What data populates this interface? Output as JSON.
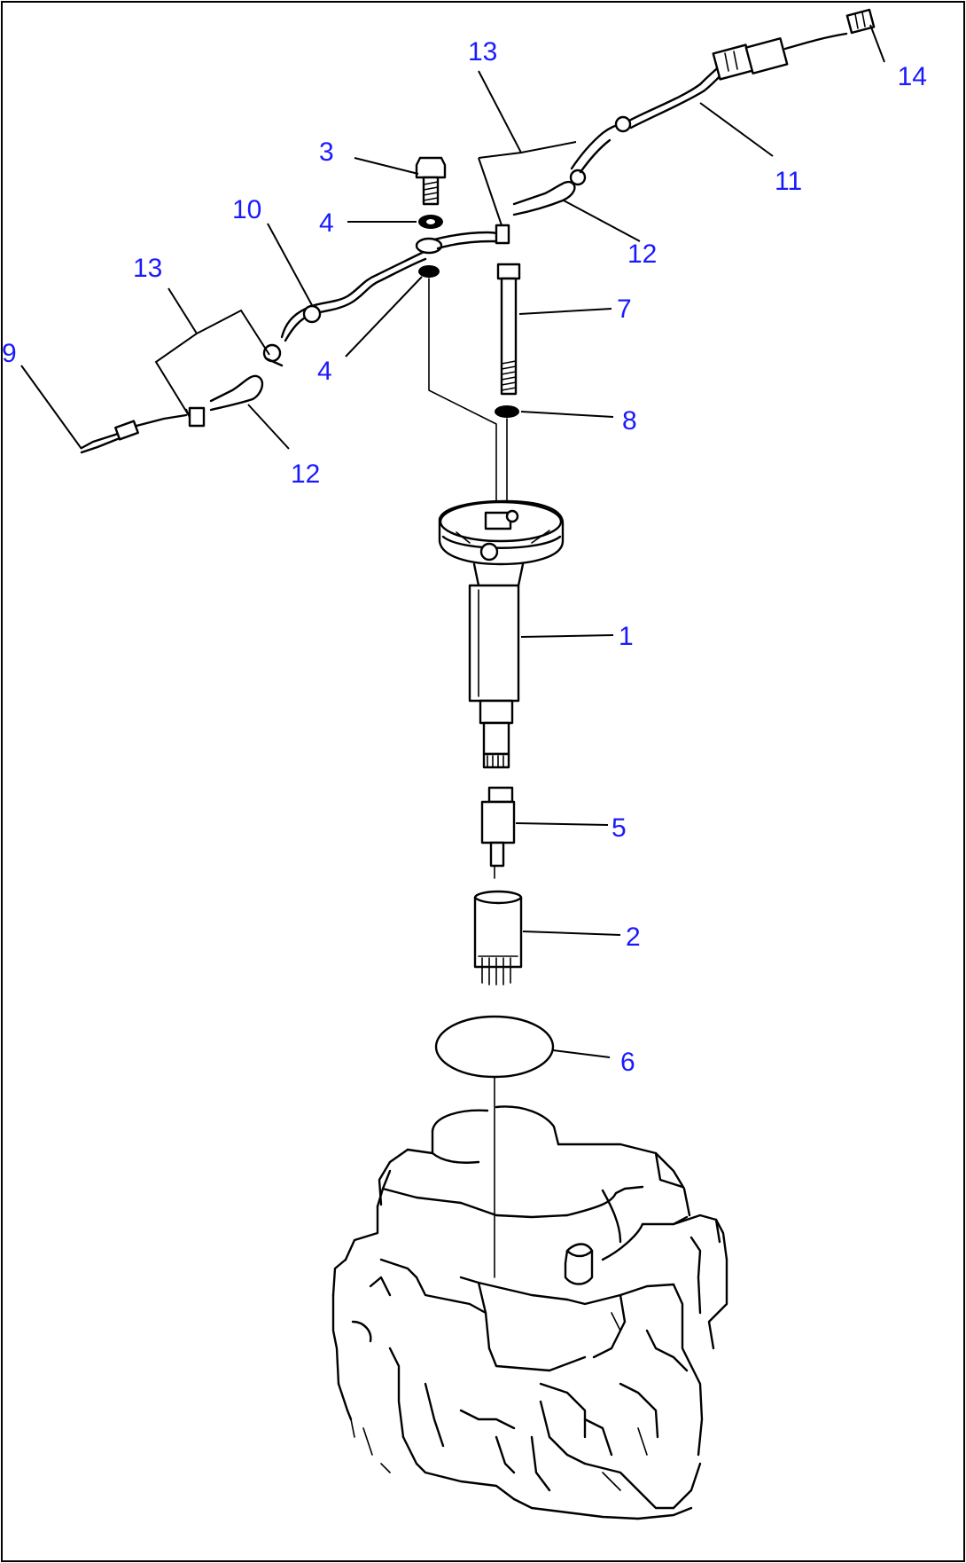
{
  "diagram": {
    "callouts": [
      {
        "id": "1",
        "text": "1"
      },
      {
        "id": "2",
        "text": "2"
      },
      {
        "id": "3",
        "text": "3"
      },
      {
        "id": "4a",
        "text": "4"
      },
      {
        "id": "4b",
        "text": "4"
      },
      {
        "id": "5",
        "text": "5"
      },
      {
        "id": "6",
        "text": "6"
      },
      {
        "id": "7",
        "text": "7"
      },
      {
        "id": "8",
        "text": "8"
      },
      {
        "id": "9",
        "text": "9"
      },
      {
        "id": "10",
        "text": "10"
      },
      {
        "id": "11",
        "text": "11"
      },
      {
        "id": "12a",
        "text": "12"
      },
      {
        "id": "12b",
        "text": "12"
      },
      {
        "id": "13a",
        "text": "13"
      },
      {
        "id": "13b",
        "text": "13"
      },
      {
        "id": "14",
        "text": "14"
      }
    ],
    "colors": {
      "callout": "#1a1aff",
      "ink": "#000000",
      "background": "#ffffff"
    }
  }
}
